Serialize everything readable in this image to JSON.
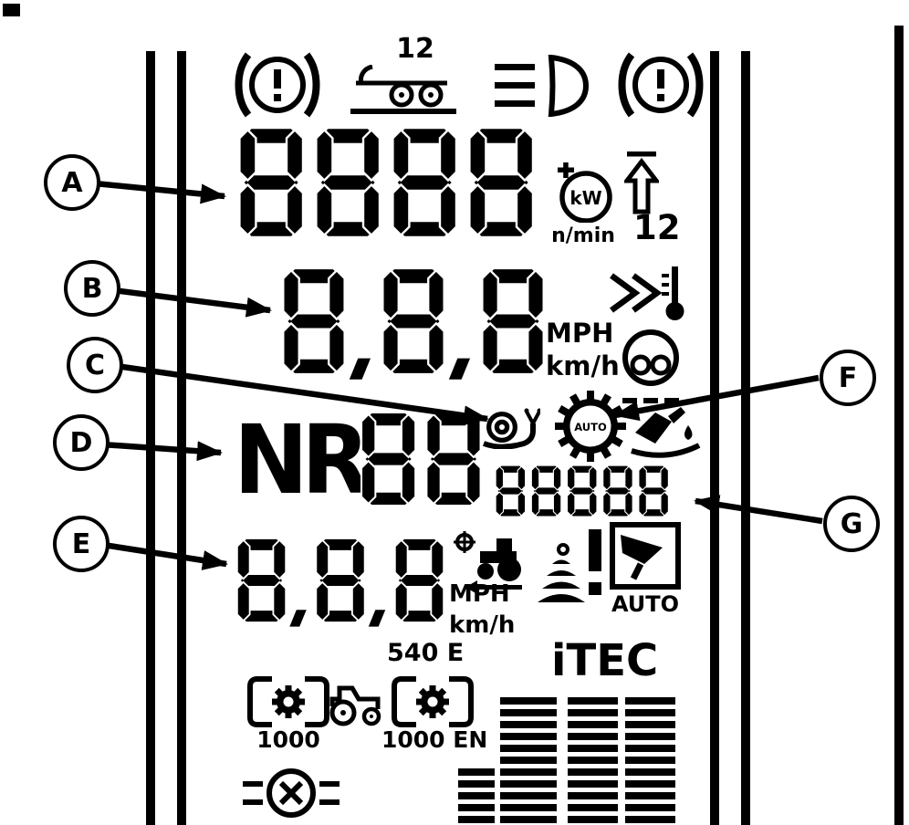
{
  "colors": {
    "ink": "#000000",
    "background": "#ffffff"
  },
  "callouts": [
    {
      "label": "A"
    },
    {
      "label": "B"
    },
    {
      "label": "C"
    },
    {
      "label": "D"
    },
    {
      "label": "E"
    },
    {
      "label": "F"
    },
    {
      "label": "G"
    }
  ],
  "display": {
    "trailer": {
      "count": "12"
    },
    "upper": {
      "digits": "8888",
      "kw": "kW",
      "unit": "n/min",
      "number": "12"
    },
    "speed": {
      "digits": "8,8,8",
      "mph": "MPH",
      "kmh": "km/h"
    },
    "gear": {
      "letters": "NR",
      "digits": "88"
    },
    "auto_gear": {
      "label": "AUTO"
    },
    "small": {
      "digits": "88888"
    },
    "lower": {
      "digits": "8,8,8",
      "mph": "MPH",
      "kmh": "km/h"
    },
    "implement": {
      "auto": "AUTO"
    },
    "pto": {
      "m540": "540 E",
      "m1000": "1000",
      "m1000en": "1000 EN"
    },
    "itec": "iTEC"
  }
}
